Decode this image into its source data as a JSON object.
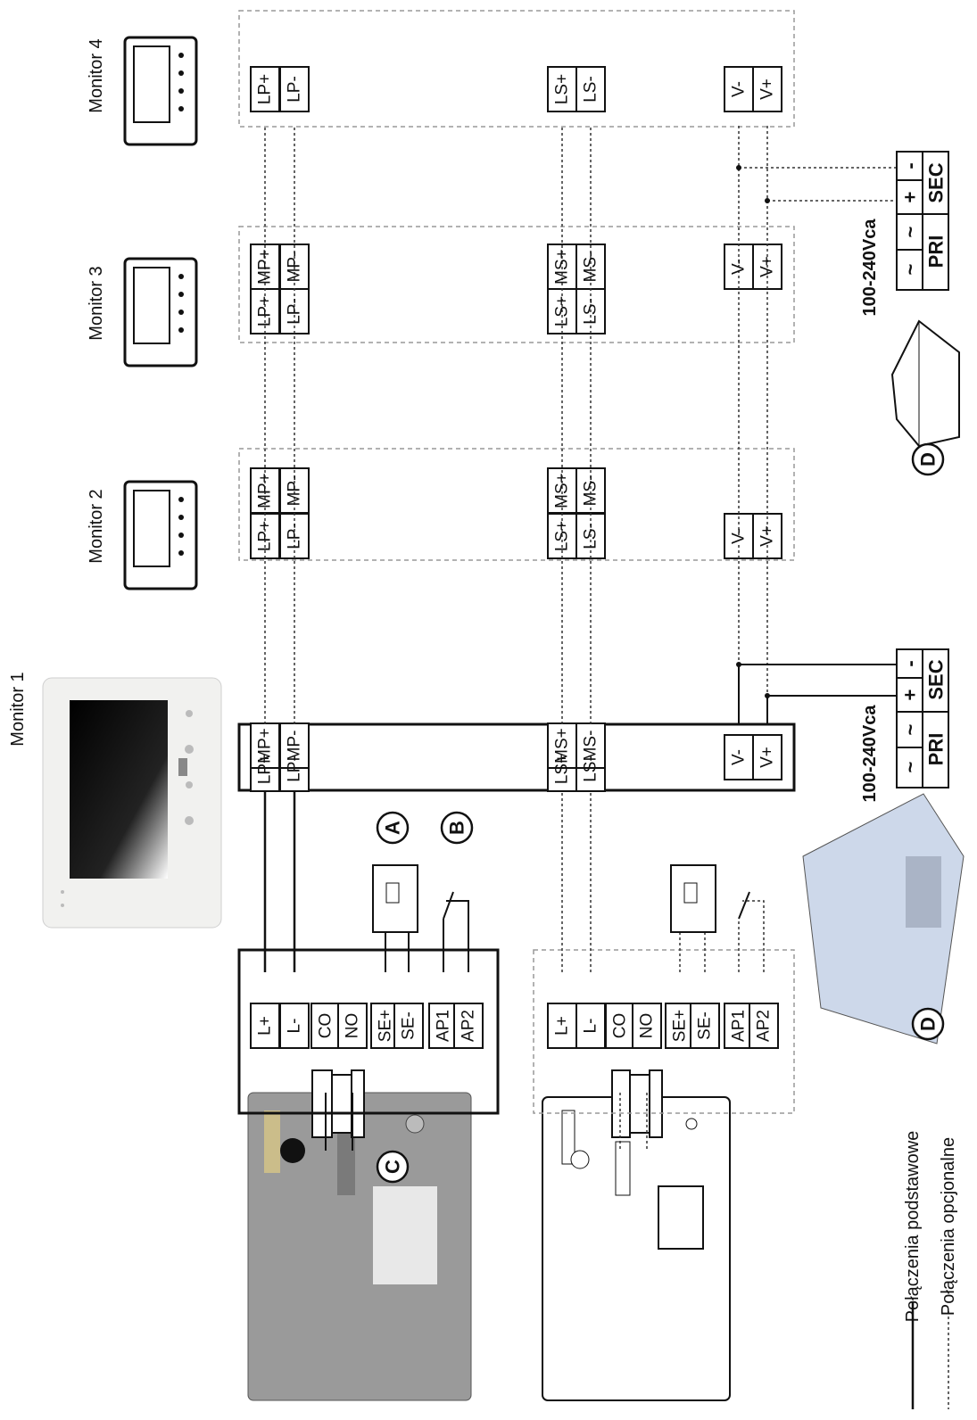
{
  "monitors": [
    {
      "id": "m1",
      "label": "Monitor 1"
    },
    {
      "id": "m2",
      "label": "Monitor 2"
    },
    {
      "id": "m3",
      "label": "Monitor 3"
    },
    {
      "id": "m4",
      "label": "Monitor 4"
    }
  ],
  "terminals": {
    "monitor_main": [
      "LP+",
      "LP-",
      "MP+",
      "MP-",
      "LS+",
      "LS-",
      "MS+",
      "MS-",
      "V-",
      "V+"
    ],
    "monitor4": [
      "LP+",
      "LP-",
      "LS+",
      "LS-",
      "V-",
      "V+"
    ],
    "door_station": [
      "L+",
      "L-",
      "CO",
      "NO",
      "SE+",
      "SE-",
      "AP1",
      "AP2"
    ]
  },
  "power_supply": {
    "voltage": "100-240Vca",
    "primary": "PRI",
    "secondary": "SEC",
    "tilde": "~",
    "plus": "+",
    "minus": "-"
  },
  "markers": {
    "a": "A",
    "b": "B",
    "c": "C",
    "d": "D"
  },
  "legend": [
    {
      "style": "solid",
      "label": "Połączenia podstawowe"
    },
    {
      "style": "dashed",
      "label": "Połączenia opcjonalne"
    }
  ]
}
